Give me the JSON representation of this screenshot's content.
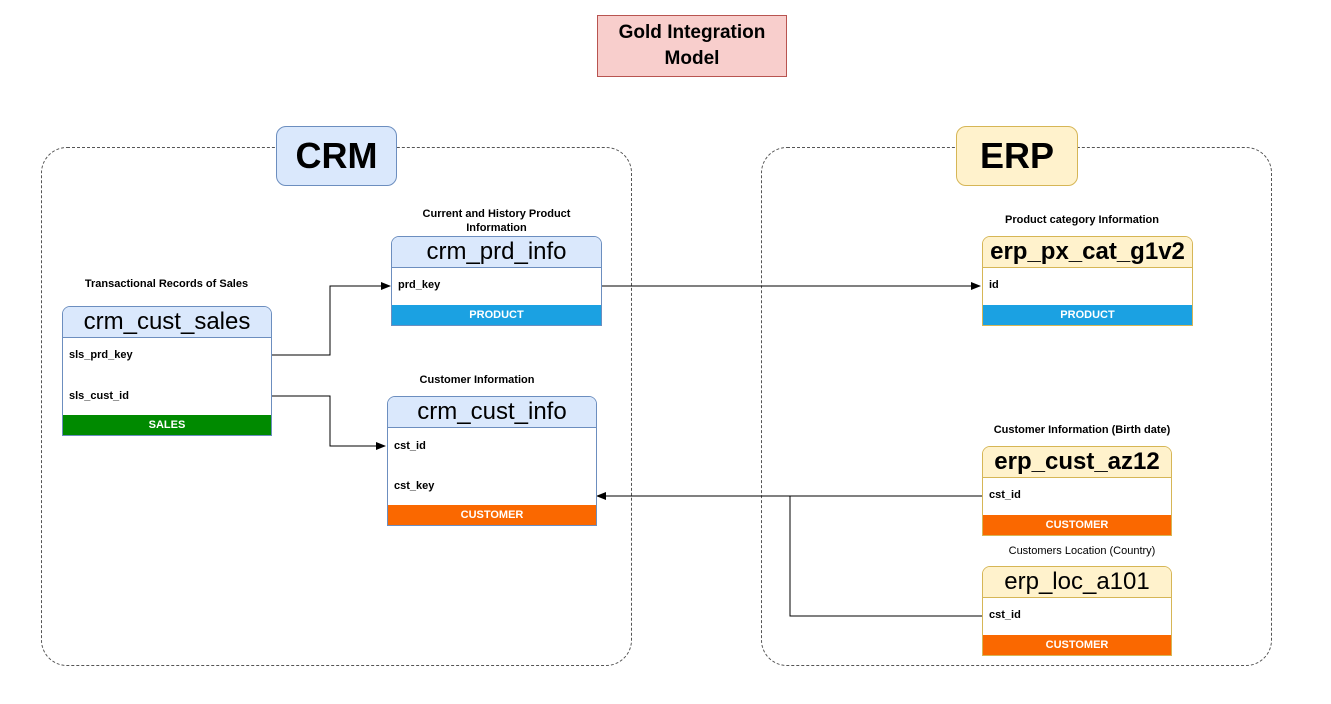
{
  "title": "Gold Integration Model",
  "groups": {
    "crm": "CRM",
    "erp": "ERP"
  },
  "tables": {
    "crm_cust_sales": {
      "caption": "Transactional Records of Sales",
      "name": "crm_cust_sales",
      "fields": [
        "sls_prd_key",
        "sls_cust_id"
      ],
      "footer": "SALES",
      "footer_color": "#008a00"
    },
    "crm_prd_info": {
      "caption": "Current and History Product Information",
      "name": "crm_prd_info",
      "fields": [
        "prd_key"
      ],
      "footer": "PRODUCT",
      "footer_color": "#1ba1e2"
    },
    "crm_cust_info": {
      "caption": "Customer Information",
      "name": "crm_cust_info",
      "fields": [
        "cst_id",
        "cst_key"
      ],
      "footer": "CUSTOMER",
      "footer_color": "#fa6800"
    },
    "erp_px_cat_g1v2": {
      "caption": "Product category Information",
      "name": "erp_px_cat_g1v2",
      "fields": [
        "id"
      ],
      "footer": "PRODUCT",
      "footer_color": "#1ba1e2"
    },
    "erp_cust_az12": {
      "caption": "Customer Information (Birth date)",
      "name": "erp_cust_az12",
      "fields": [
        "cst_id"
      ],
      "footer": "CUSTOMER",
      "footer_color": "#fa6800"
    },
    "erp_loc_a101": {
      "caption": "Customers Location (Country)",
      "name": "erp_loc_a101",
      "fields": [
        "cst_id"
      ],
      "footer": "CUSTOMER",
      "footer_color": "#fa6800"
    }
  }
}
